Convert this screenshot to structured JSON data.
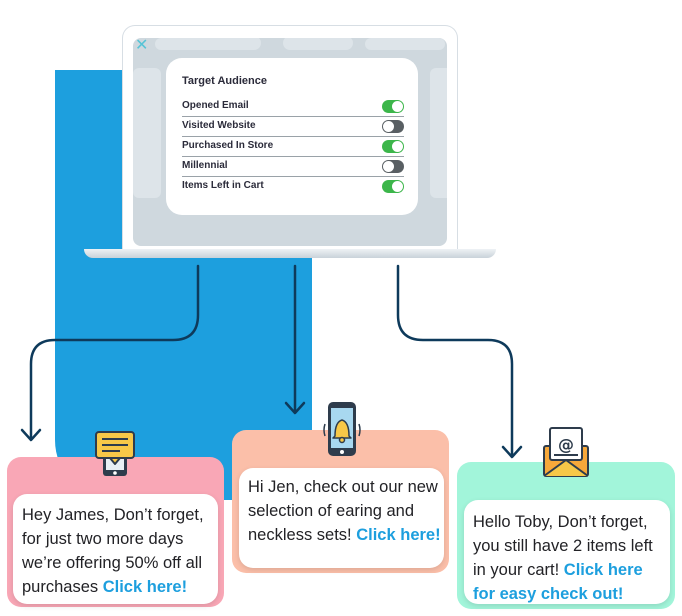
{
  "target_audience": {
    "title": "Target Audience",
    "rows": [
      {
        "label": "Opened Email",
        "enabled": true
      },
      {
        "label": "Visited Website",
        "enabled": false
      },
      {
        "label": "Purchased In Store",
        "enabled": true
      },
      {
        "label": "Millennial",
        "enabled": false
      },
      {
        "label": "Items Left in Cart",
        "enabled": true
      }
    ]
  },
  "messages": [
    {
      "text": "Hey James, Don’t forget, for just two more days we’re offering 50% off all purchases ",
      "cta": "Click here!",
      "accent": "#f9a7b6",
      "icon": "chat-message-phone-icon"
    },
    {
      "text": "Hi Jen, check out our new selection of earing and neckless sets! ",
      "cta": "Click here!",
      "accent": "#fbbfa9",
      "icon": "phone-notification-bell-icon"
    },
    {
      "text": "Hello Toby, Don’t forget, you still have 2 items left in your cart! ",
      "cta": "Click here for easy check out!",
      "accent": "#a2f5da",
      "icon": "email-envelope-icon"
    }
  ],
  "colors": {
    "brand_blue": "#1d9fde",
    "toggle_on": "#3cb64a",
    "toggle_off": "#595f63",
    "connector": "#0e3a5b"
  }
}
